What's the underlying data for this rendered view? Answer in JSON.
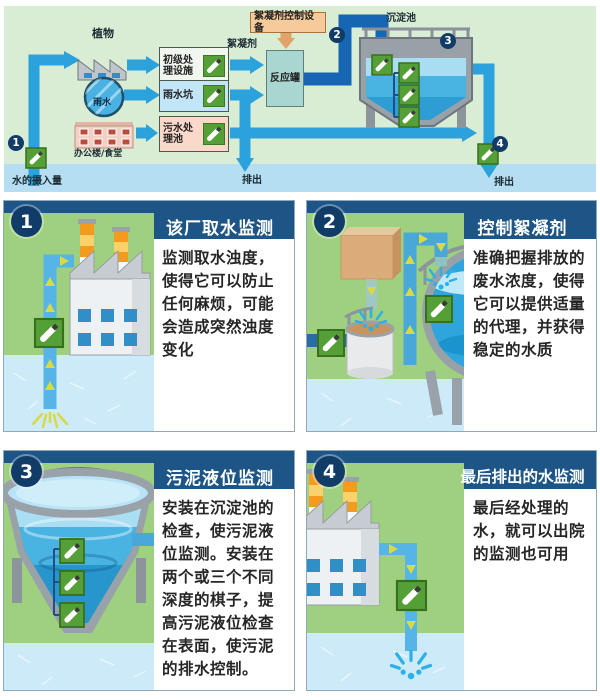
{
  "overview": {
    "plant_label": "植物",
    "rain_label": "雨水",
    "office_label": "办公楼/食堂",
    "primary_box": "初级处理设施",
    "rainpit_box": "雨水坑",
    "sewage_box": "污水处理池",
    "control_box": "絮凝剂控制设备",
    "flocculant_label": "絮凝剂",
    "reactor_box": "反应罐",
    "sedimentation_label": "沉淀池",
    "intake_label": "水的摄入量",
    "discharge_center": "排出",
    "discharge_right": "排出",
    "badge1": "1",
    "badge2": "2",
    "badge3": "3",
    "badge4": "4"
  },
  "panels": [
    {
      "num": "1",
      "title": "该厂取水监测",
      "body": "监测取水浊度，使得它可以防止任何麻烦，可能会造成突然浊度变化"
    },
    {
      "num": "2",
      "title": "控制絮凝剂",
      "body": "准确把握排放的废水浓度，使得它可以提供适量的代理，并获得稳定的水质"
    },
    {
      "num": "3",
      "title": "污泥液位监测",
      "body": "安装在沉淀池的检查，使污泥液位监测。安装在两个或三个不同深度的棋子，提高污泥液位检查在表面，使污泥的排水控制。"
    },
    {
      "num": "4",
      "title": "最后排出的水监测",
      "body": "最后经处理的水，就可以出院的监测也可用"
    }
  ],
  "icons": {
    "sensor": "water-quality-sensor-icon",
    "flow_arrow": "flow-arrow-icon",
    "splash": "water-splash-icon",
    "factory": "factory-icon",
    "rain": "rain-pond-icon",
    "office": "office-building-icon",
    "sedimentation_tank": "sedimentation-tank-icon"
  },
  "colors": {
    "panel_header_navy": "#1d5586",
    "badge_navy": "#123c68",
    "pipe_blue": "#2ba2db",
    "pipe_dark_blue": "#1766b4",
    "sensor_green": "#55a036",
    "overview_bg_green": "#d9ecd4",
    "panel_bg_green": "#9fd07f",
    "water_blue": "#b5def2",
    "panel_water_blue": "#cdeaf8",
    "flocculant_orange": "#f6ca9b",
    "reactor_teal": "#a9d6d0",
    "yellow_arrow": "#d9d943"
  }
}
